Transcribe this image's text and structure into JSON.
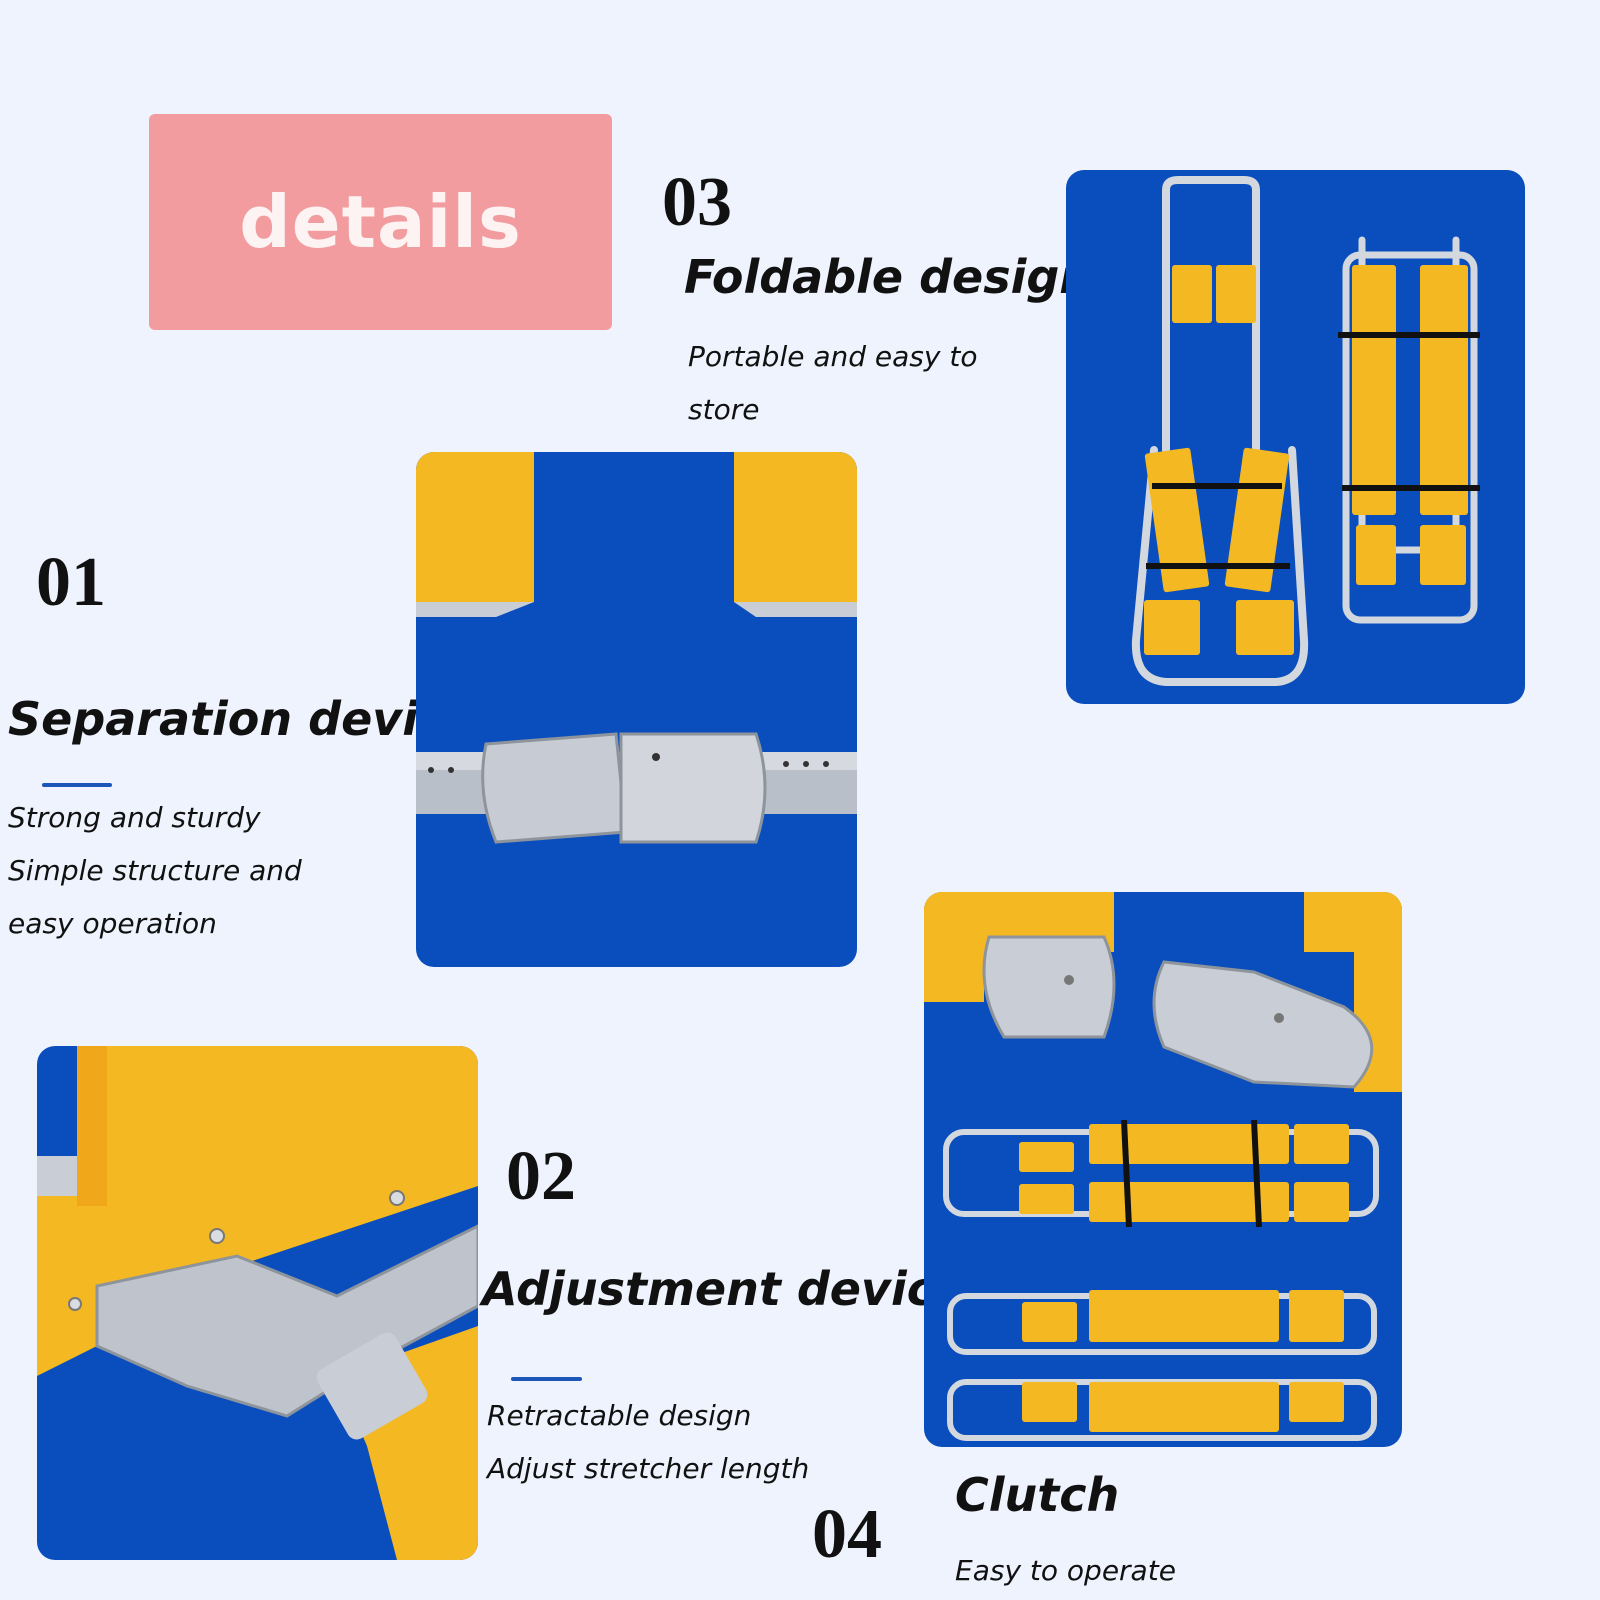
{
  "badge": {
    "label": "details"
  },
  "sections": {
    "s01": {
      "number": "01",
      "title": "Separation device",
      "lines": [
        "Strong and sturdy",
        "Simple structure and",
        "easy operation"
      ]
    },
    "s02": {
      "number": "02",
      "title": "Adjustment device",
      "lines": [
        "Retractable design",
        "Adjust stretcher length"
      ]
    },
    "s03": {
      "number": "03",
      "title": "Foldable design",
      "lines": [
        "Portable and easy to",
        "store"
      ]
    },
    "s04": {
      "number": "04",
      "title": "Clutch",
      "lines": [
        "Easy to operate"
      ]
    }
  },
  "colors": {
    "background": "#eef3fd",
    "badge": "#f29c9f",
    "photo_background": "#0a4ebd",
    "stretcher_yellow": "#f4b823",
    "metal": "#c9ced6",
    "accent_bar": "#1b56b8"
  }
}
